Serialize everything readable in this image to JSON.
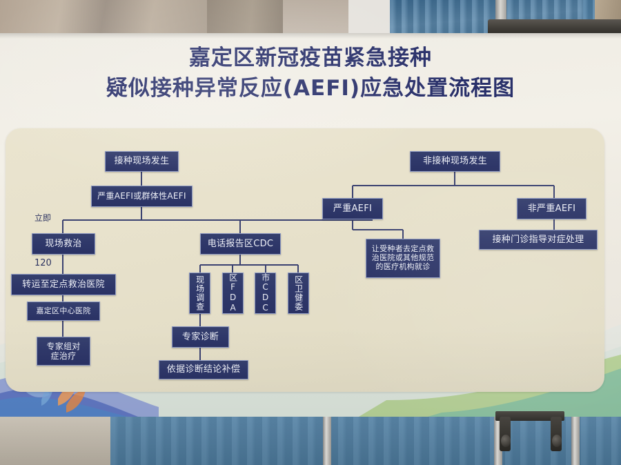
{
  "title": {
    "line1": "嘉定区新冠疫苗紧急接种",
    "line2": "疑似接种异常反应(AEFI)应急处置流程图"
  },
  "colors": {
    "node_fill": "#2f386a",
    "node_border": "#8f9bc4",
    "node_text": "#eef0f7",
    "card_bg": "#e7e1cb",
    "title_text": "#29306a",
    "connector": "#3a4170"
  },
  "flowchart": {
    "nodes": [
      {
        "id": "n1",
        "label": "接种现场发生"
      },
      {
        "id": "n2",
        "label": "严重AEFI或群体性AEFI"
      },
      {
        "id": "n3",
        "label": "现场救治"
      },
      {
        "id": "n4",
        "label": "转运至定点救治医院"
      },
      {
        "id": "n5",
        "label": "嘉定区中心医院"
      },
      {
        "id": "n6",
        "label": "专家组对\n症治疗"
      },
      {
        "id": "n7",
        "label": "电话报告区CDC"
      },
      {
        "id": "n8",
        "label": "现场调查"
      },
      {
        "id": "n9",
        "label": "区FDA"
      },
      {
        "id": "n10",
        "label": "市CDC"
      },
      {
        "id": "n11",
        "label": "区卫健委"
      },
      {
        "id": "n12",
        "label": "专家诊断"
      },
      {
        "id": "n13",
        "label": "依据诊断结论补偿"
      },
      {
        "id": "n14",
        "label": "非接种现场发生"
      },
      {
        "id": "n15",
        "label": "严重AEFI"
      },
      {
        "id": "n16",
        "label": "非严重AEFI"
      },
      {
        "id": "n17",
        "label": "让受种者去定点救\n治医院或其他规范\n的医疗机构就诊"
      },
      {
        "id": "n18",
        "label": "接种门诊指导对症处理"
      }
    ],
    "edge_labels": [
      {
        "id": "e1",
        "text": "立即"
      },
      {
        "id": "e2",
        "text": "120"
      }
    ]
  }
}
